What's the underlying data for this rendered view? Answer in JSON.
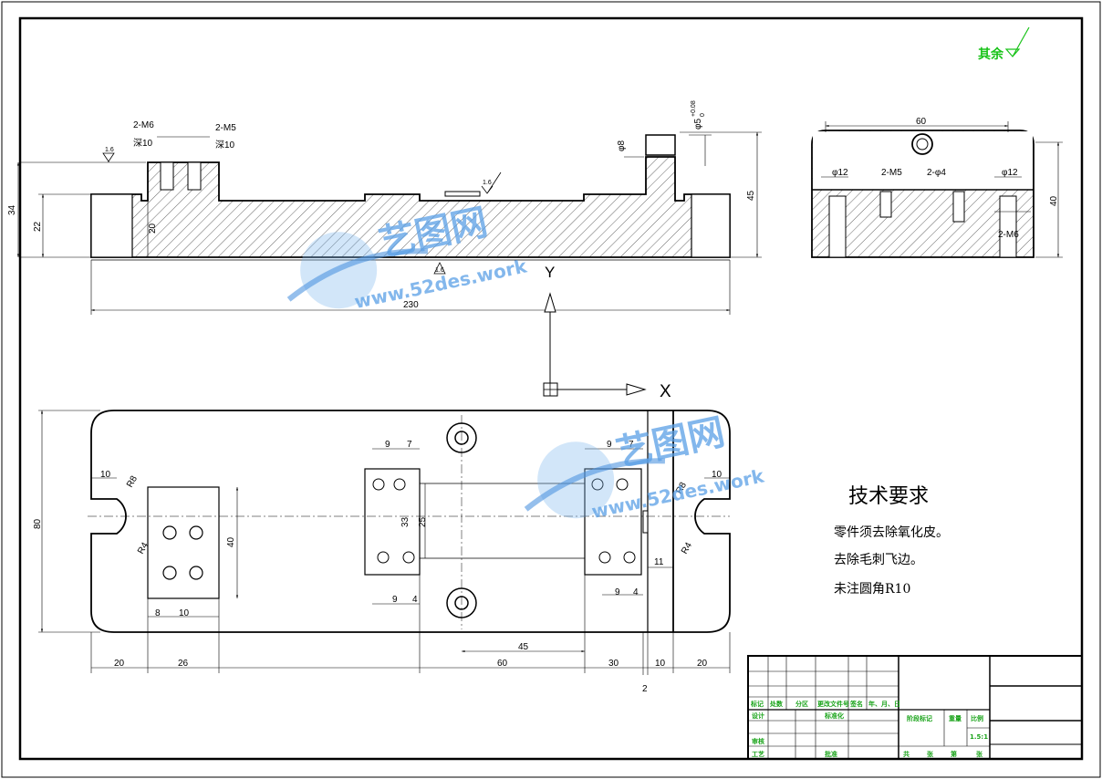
{
  "roughness": {
    "label": "其余"
  },
  "front_view": {
    "labels": {
      "m6": "2-M6",
      "depth10a": "深10",
      "m5": "2-M5",
      "depth10b": "深10",
      "phi8": "φ8",
      "tol": "φ5",
      "tol_up": "+0.08",
      "tol_low": "0",
      "dim34": "34",
      "dim22": "22",
      "dim20": "20",
      "dim45": "45",
      "dim230": "230",
      "ra_left": "1.6",
      "ra_mid": "1.6",
      "ra_bottom": "1.6"
    }
  },
  "side_view": {
    "labels": {
      "dim60": "60",
      "phi12a": "φ12",
      "m5": "2-M5",
      "phi4": "2-φ4",
      "phi12b": "φ12",
      "m6": "2-M6",
      "dim40": "40"
    }
  },
  "axes": {
    "y": "Y",
    "x": "X"
  },
  "top_view": {
    "labels": {
      "d10l": "10",
      "r8": "R8",
      "r4l": "R4",
      "d80": "80",
      "d40": "40",
      "d8": "8",
      "d10b": "10",
      "d9a": "9",
      "d7a": "7",
      "d9b": "9",
      "d7b": "7",
      "d33": "33",
      "d25": "25",
      "d9c": "9",
      "d4c": "4",
      "d9d": "9",
      "d4d": "4",
      "d10r": "10",
      "r8r": "R8",
      "r4r": "R4",
      "d11": "11",
      "d45": "45",
      "b20a": "20",
      "b26": "26",
      "b60": "60",
      "b30": "30",
      "b10": "10",
      "b20b": "20",
      "b2": "2"
    }
  },
  "tech_req": {
    "title": "技术要求",
    "lines": [
      "零件须去除氧化皮。",
      "去除毛刺飞边。",
      "未注圆角R10"
    ]
  },
  "title_block": {
    "row_labels": [
      "标记",
      "处数",
      "分区",
      "更改文件号",
      "签名",
      "年、月、日"
    ],
    "design": "设计",
    "standard": "标准化",
    "stage": "阶段标记",
    "weight": "重量",
    "ratio": "比例",
    "scale": "1.5:1",
    "review": "审核",
    "process": "工艺",
    "approve": "批准",
    "sheets": [
      "共",
      "张",
      "第",
      "张"
    ]
  },
  "watermark": {
    "cn": "艺图网",
    "url": "www.52des.work"
  }
}
